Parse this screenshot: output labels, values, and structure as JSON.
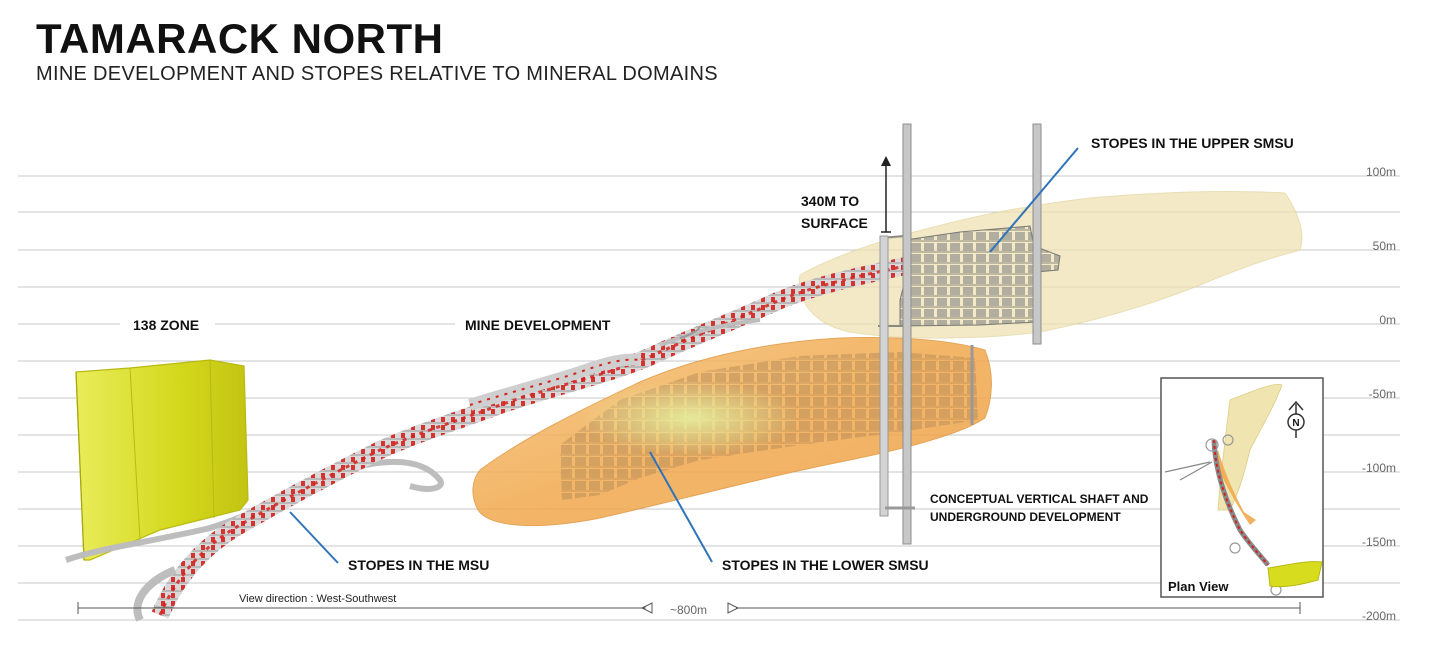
{
  "header": {
    "title": "TAMARACK NORTH",
    "subtitle": "MINE DEVELOPMENT AND STOPES RELATIVE TO MINERAL DOMAINS"
  },
  "elevations": [
    "100m",
    "50m",
    "0m",
    "-50m",
    "-100m",
    "-150m",
    "-200m"
  ],
  "labels": {
    "zone_138": "138 ZONE",
    "mine_development": "MINE DEVELOPMENT",
    "surface_line1": "340M TO",
    "surface_line2": "SURFACE",
    "stopes_upper": "STOPES IN THE UPPER SMSU",
    "stopes_msu": "STOPES IN THE MSU",
    "stopes_lower": "STOPES IN THE LOWER SMSU",
    "shaft_line1": "CONCEPTUAL VERTICAL SHAFT AND",
    "shaft_line2": "UNDERGROUND DEVELOPMENT"
  },
  "scale": {
    "view_direction": "View direction : West-Southwest",
    "length": "~800m"
  },
  "inset": {
    "label": "Plan View",
    "north": "N"
  },
  "colors": {
    "yellow_zone": "#d8dc1e",
    "orange_domain": "#f2a94a",
    "upper_domain": "#efe2b4",
    "development_red": "#d4221f",
    "leader_blue": "#2f73b8"
  }
}
